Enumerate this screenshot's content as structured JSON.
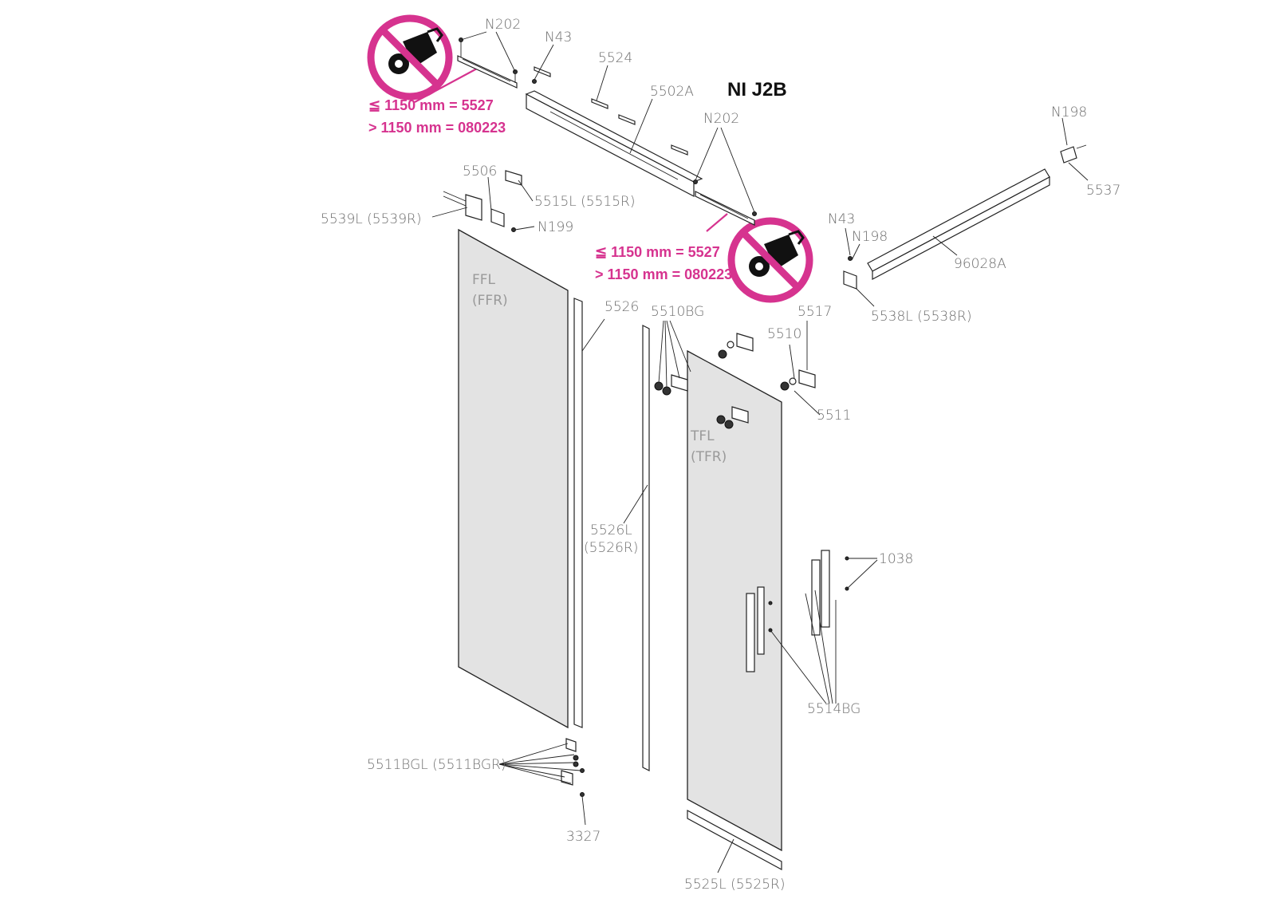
{
  "title": "NI J2B",
  "warnings": {
    "line1": "≦ 1150 mm = 5527",
    "line2": "> 1150 mm = 080223",
    "icon": "no-lubricant-prohibition-icon",
    "color": "#d6338f"
  },
  "panels": {
    "fixed_code": "FFL",
    "fixed_code_alt": "(FFR)",
    "door_code": "TFL",
    "door_code_alt": "(TFR)"
  },
  "labels": {
    "n202_top": "N202",
    "n43_top": "N43",
    "p5524": "5524",
    "p5502a": "5502A",
    "n202_mid": "N202",
    "n198_top": "N198",
    "p5537": "5537",
    "p5506": "5506",
    "p5515l": "5515L (5515R)",
    "p5539l": "5539L (5539R)",
    "n199": "N199",
    "n43_right": "N43",
    "n198_right": "N198",
    "p96028a": "96028A",
    "p5538l": "5538L (5538R)",
    "p5526": "5526",
    "p5510bg": "5510BG",
    "p5517": "5517",
    "p5510": "5510",
    "p5511": "5511",
    "p5526l": "5526L",
    "p5526r": "(5526R)",
    "p1038": "1038",
    "p5514bg": "5514BG",
    "p5511bgl": "5511BGL (5511BGR)",
    "p3327": "3327",
    "p5525l": "5525L (5525R)"
  }
}
